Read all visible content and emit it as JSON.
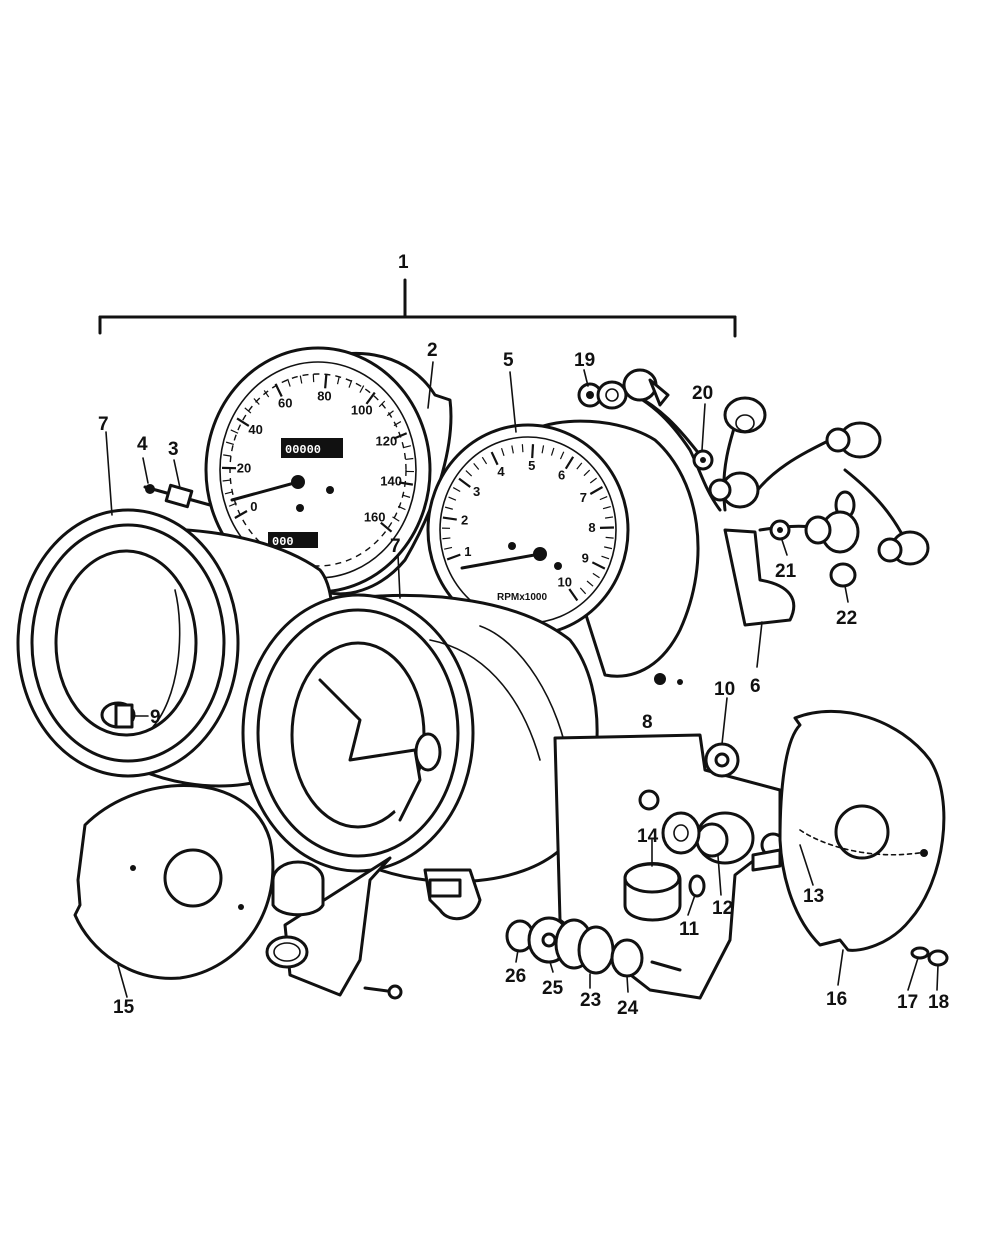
{
  "diagram": {
    "callouts": [
      {
        "id": "c1",
        "text": "1"
      },
      {
        "id": "c2",
        "text": "2"
      },
      {
        "id": "c3",
        "text": "3"
      },
      {
        "id": "c4",
        "text": "4"
      },
      {
        "id": "c5",
        "text": "5"
      },
      {
        "id": "c6",
        "text": "6"
      },
      {
        "id": "c7a",
        "text": "7"
      },
      {
        "id": "c7b",
        "text": "7"
      },
      {
        "id": "c8",
        "text": "8"
      },
      {
        "id": "c9",
        "text": "9"
      },
      {
        "id": "c10",
        "text": "10"
      },
      {
        "id": "c11",
        "text": "11"
      },
      {
        "id": "c12",
        "text": "12"
      },
      {
        "id": "c13",
        "text": "13"
      },
      {
        "id": "c14",
        "text": "14"
      },
      {
        "id": "c15",
        "text": "15"
      },
      {
        "id": "c16",
        "text": "16"
      },
      {
        "id": "c17",
        "text": "17"
      },
      {
        "id": "c18",
        "text": "18"
      },
      {
        "id": "c19",
        "text": "19"
      },
      {
        "id": "c20",
        "text": "20"
      },
      {
        "id": "c21",
        "text": "21"
      },
      {
        "id": "c22",
        "text": "22"
      },
      {
        "id": "c23",
        "text": "23"
      },
      {
        "id": "c24",
        "text": "24"
      },
      {
        "id": "c25",
        "text": "25"
      },
      {
        "id": "c26",
        "text": "26"
      }
    ],
    "tachometer": {
      "scale": [
        "1",
        "2",
        "3",
        "4",
        "5",
        "6",
        "7",
        "8",
        "9",
        "10"
      ],
      "unit_label": "RPMx1000"
    },
    "speedometer": {
      "scale": [
        "0",
        "20",
        "40",
        "60",
        "80",
        "100",
        "120",
        "140",
        "160"
      ],
      "odometer": "00000",
      "tripmeter": "000"
    }
  }
}
